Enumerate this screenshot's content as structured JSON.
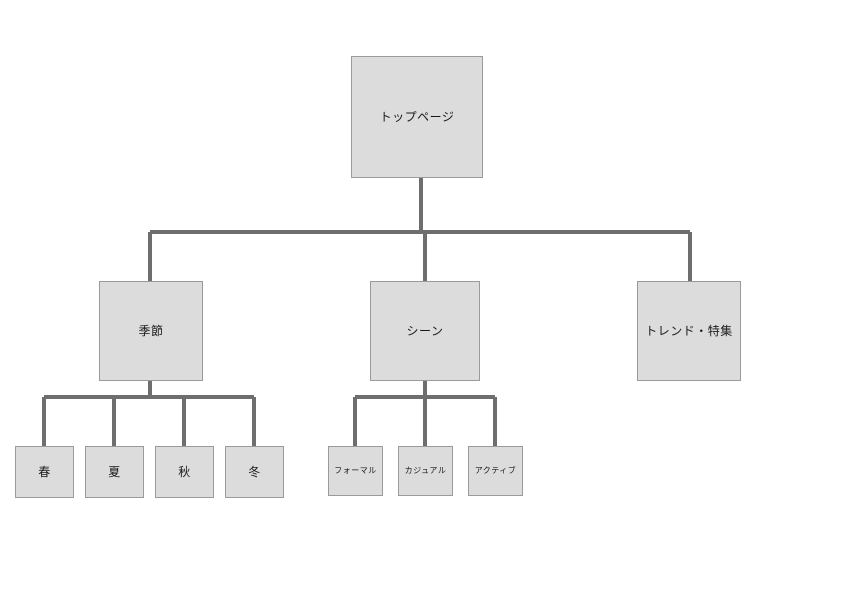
{
  "diagram": {
    "type": "site-map-tree",
    "title_node": "トップページ",
    "colors": {
      "node_fill": "#dcdcdc",
      "node_border": "#9a9a9a",
      "connector": "#6e6e6e",
      "background": "#ffffff",
      "text": "#1a1a1a"
    },
    "nodes": {
      "root": {
        "label": "トップページ"
      },
      "level1": [
        {
          "label": "季節"
        },
        {
          "label": "シーン"
        },
        {
          "label": "トレンド・特集"
        }
      ],
      "season_children": [
        {
          "label": "春"
        },
        {
          "label": "夏"
        },
        {
          "label": "秋"
        },
        {
          "label": "冬"
        }
      ],
      "scene_children": [
        {
          "label": "フォーマル"
        },
        {
          "label": "カジュアル"
        },
        {
          "label": "アクティブ"
        }
      ]
    }
  }
}
